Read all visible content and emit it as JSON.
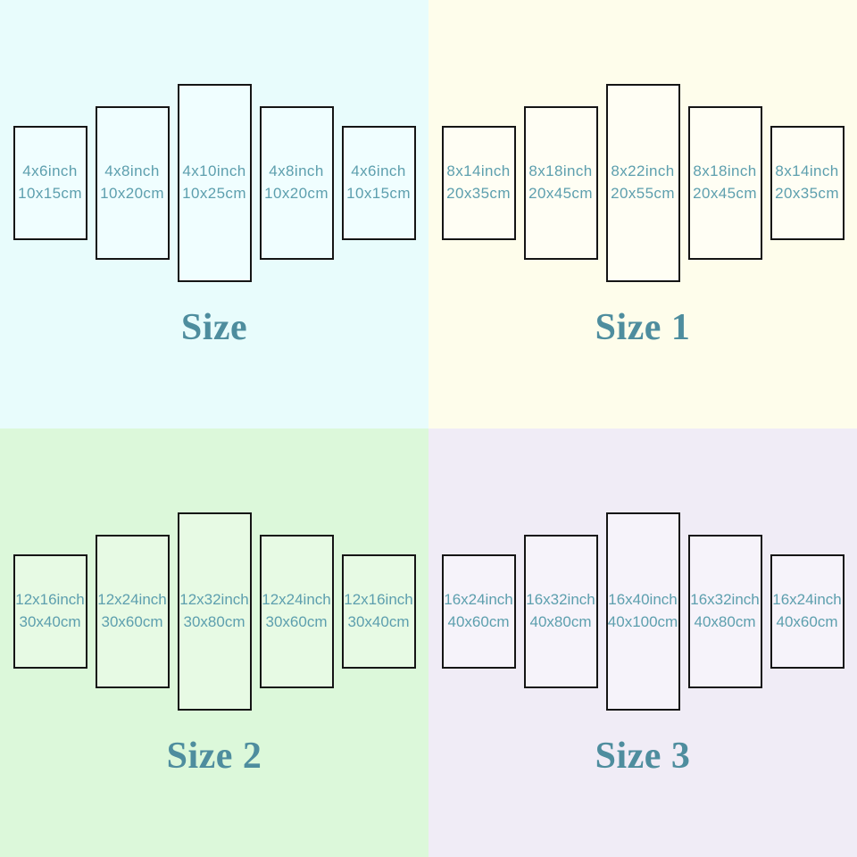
{
  "colors": {
    "label": "#5d9fae",
    "title": "#4e8d9e",
    "border": "#151515"
  },
  "charts": [
    {
      "title": "Size",
      "bg": "#e8fcfc",
      "panel_fill": "#f0feff",
      "panels": [
        {
          "inch": "4x6inch",
          "cm": "10x15cm"
        },
        {
          "inch": "4x8inch",
          "cm": "10x20cm"
        },
        {
          "inch": "4x10inch",
          "cm": "10x25cm"
        },
        {
          "inch": "4x8inch",
          "cm": "10x20cm"
        },
        {
          "inch": "4x6inch",
          "cm": "10x15cm"
        }
      ]
    },
    {
      "title": "Size 1",
      "bg": "#fefdeb",
      "panel_fill": "#fffef4",
      "panels": [
        {
          "inch": "8x14inch",
          "cm": "20x35cm"
        },
        {
          "inch": "8x18inch",
          "cm": "20x45cm"
        },
        {
          "inch": "8x22inch",
          "cm": "20x55cm"
        },
        {
          "inch": "8x18inch",
          "cm": "20x45cm"
        },
        {
          "inch": "8x14inch",
          "cm": "20x35cm"
        }
      ]
    },
    {
      "title": "Size 2",
      "bg": "#dcf8da",
      "panel_fill": "#e7fae4",
      "panels": [
        {
          "inch": "12x16inch",
          "cm": "30x40cm"
        },
        {
          "inch": "12x24inch",
          "cm": "30x60cm"
        },
        {
          "inch": "12x32inch",
          "cm": "30x80cm"
        },
        {
          "inch": "12x24inch",
          "cm": "30x60cm"
        },
        {
          "inch": "12x16inch",
          "cm": "30x40cm"
        }
      ]
    },
    {
      "title": "Size 3",
      "bg": "#f0ecf6",
      "panel_fill": "#f6f3fa",
      "panels": [
        {
          "inch": "16x24inch",
          "cm": "40x60cm"
        },
        {
          "inch": "16x32inch",
          "cm": "40x80cm"
        },
        {
          "inch": "16x40inch",
          "cm": "40x100cm"
        },
        {
          "inch": "16x32inch",
          "cm": "40x80cm"
        },
        {
          "inch": "16x24inch",
          "cm": "40x60cm"
        }
      ]
    }
  ]
}
